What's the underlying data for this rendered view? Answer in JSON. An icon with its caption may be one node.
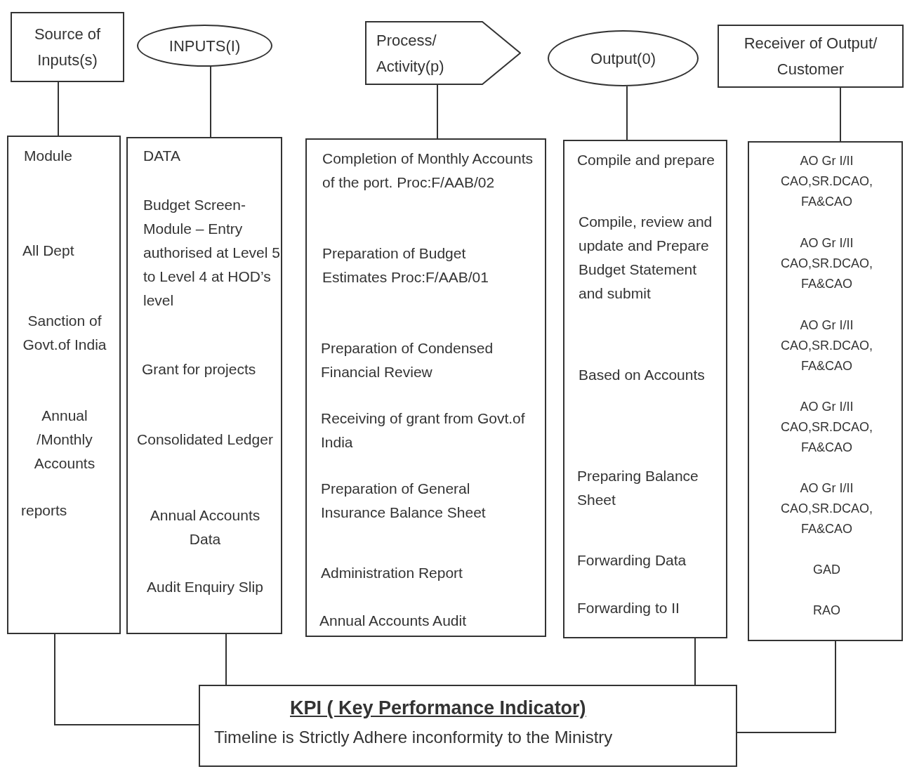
{
  "diagram": {
    "nodes": [
      {
        "text": [
          "Source of Inputs(s)"
        ]
      },
      {
        "text": [
          "INPUTS(I)"
        ]
      },
      {
        "text": [
          "Process/ Activity(p)"
        ]
      },
      {
        "text": [
          "Output(0)"
        ]
      },
      {
        "text": [
          "Receiver of Output/ Customer"
        ]
      },
      {
        "text": [
          "Module",
          "All Dept",
          "Sanction of Govt.of India",
          "Annual /Monthly Accounts",
          "reports"
        ]
      },
      {
        "text": [
          "DATA",
          "Budget Screen-Module – Entry authorised at Level 5 to Level 4 at HOD’s level",
          "Grant for projects",
          "Consolidated Ledger",
          "Annual Accounts Data",
          "Audit Enquiry Slip"
        ]
      },
      {
        "text": [
          "Completion of Monthly Accounts of the port. Proc:F/AAB/02",
          "Preparation of Budget Estimates Proc:F/AAB/01",
          "Preparation of Condensed Financial Review",
          "Receiving of grant from Govt.of India",
          "Preparation of General Insurance Balance Sheet",
          "Administration Report",
          "Annual Accounts Audit"
        ]
      },
      {
        "text": [
          "Compile and prepare",
          "Compile, review and update and Prepare Budget Statement and submit",
          "Based on Accounts",
          "Preparing Balance Sheet",
          "Forwarding Data",
          "Forwarding to II"
        ]
      },
      {
        "text": [
          "AO Gr I/II CAO,SR.DCAO, FA&CAO",
          "AO Gr I/II CAO,SR.DCAO, FA&CAO",
          "AO Gr I/II CAO,SR.DCAO, FA&CAO",
          "AO Gr I/II CAO,SR.DCAO, FA&CAO",
          "AO Gr I/II CAO,SR.DCAO, FA&CAO",
          "GAD",
          "RAO"
        ]
      },
      {
        "text": [
          "KPI ( Key Performance Indicator)",
          "Timeline is Strictly Adhere inconformity to the Ministry"
        ]
      }
    ],
    "edges": [
      {
        "from": 0,
        "to": 5,
        "arrow": "none"
      },
      {
        "from": 1,
        "to": 6,
        "arrow": "none"
      },
      {
        "from": 2,
        "to": 7,
        "arrow": "none"
      },
      {
        "from": 3,
        "to": 8,
        "arrow": "none"
      },
      {
        "from": 4,
        "to": 9,
        "arrow": "none"
      },
      {
        "from": 5,
        "to": 10,
        "arrow": "none"
      },
      {
        "from": 6,
        "to": 10,
        "arrow": "none"
      },
      {
        "from": 8,
        "to": 10,
        "arrow": "none"
      },
      {
        "from": 9,
        "to": 10,
        "arrow": "none"
      }
    ]
  }
}
